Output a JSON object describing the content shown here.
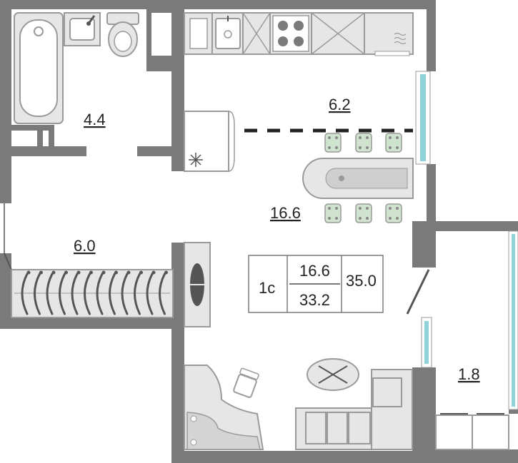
{
  "rooms": {
    "bathroom": {
      "area": "4.4"
    },
    "kitchen": {
      "area": "6.2"
    },
    "living": {
      "area": "16.6"
    },
    "hall": {
      "area": "6.0"
    },
    "balcony": {
      "area": "1.8"
    }
  },
  "summary": {
    "type": "1с",
    "living_area": "16.6",
    "total_area": "33.2",
    "total_with_balcony": "35.0"
  },
  "colors": {
    "wall": "#7a7a7a",
    "fixture_fill": "#e6e6e6",
    "fixture_stroke": "#9a9a9a",
    "chair_fill": "#cfe3cf",
    "window_glass": "#8fd3d8",
    "text": "#222222"
  }
}
